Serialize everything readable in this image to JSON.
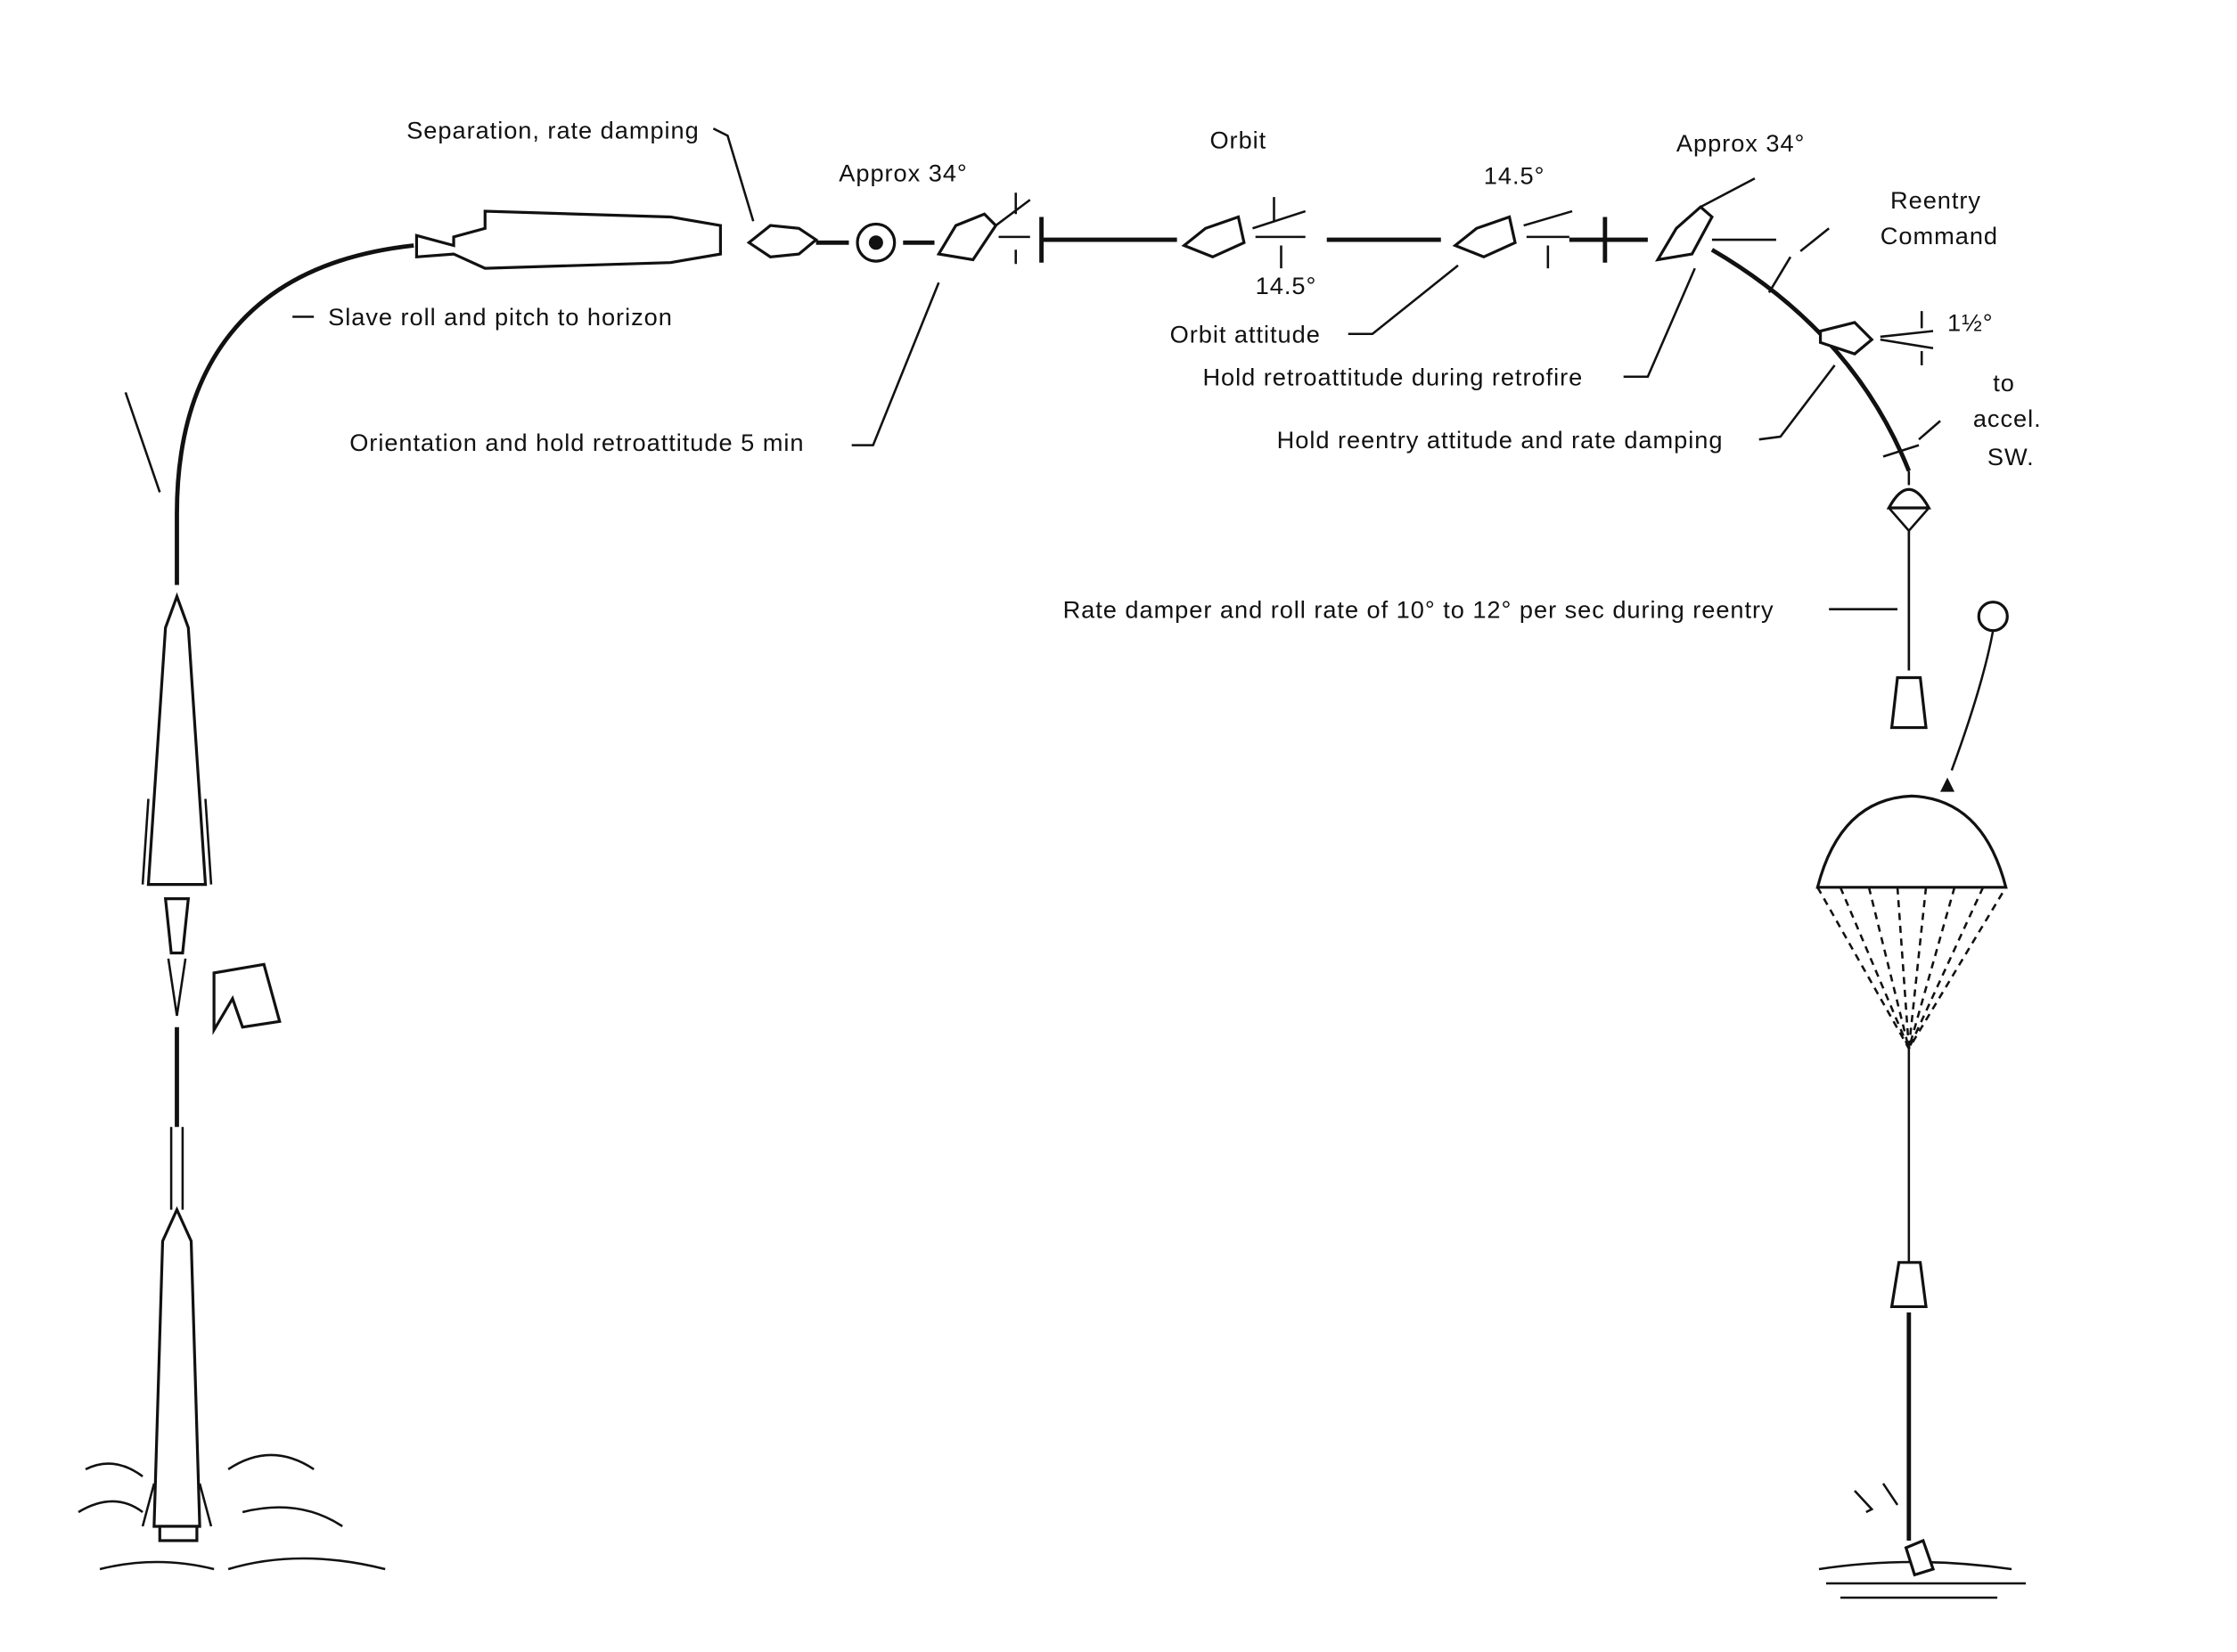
{
  "labels": {
    "separation": "Separation, rate damping",
    "slave_roll": "Slave roll and pitch to horizon",
    "orientation": "Orientation and hold retroattitude 5 min",
    "approx_34_left": "Approx 34°",
    "orbit": "Orbit",
    "angle_14_5_top": "14.5°",
    "angle_14_5_bottom": "14.5°",
    "approx_34_right": "Approx 34°",
    "reentry": "Reentry",
    "command": "Command",
    "angle_1_5": "1½°",
    "to": "to",
    "accel": "accel.",
    "sw": "SW.",
    "orbit_attitude": "Orbit attitude",
    "hold_retro": "Hold retroattitude during retrofire",
    "hold_reentry": "Hold reentry attitude and rate damping",
    "rate_damper": "Rate damper and roll rate of 10° to 12° per sec during reentry"
  }
}
